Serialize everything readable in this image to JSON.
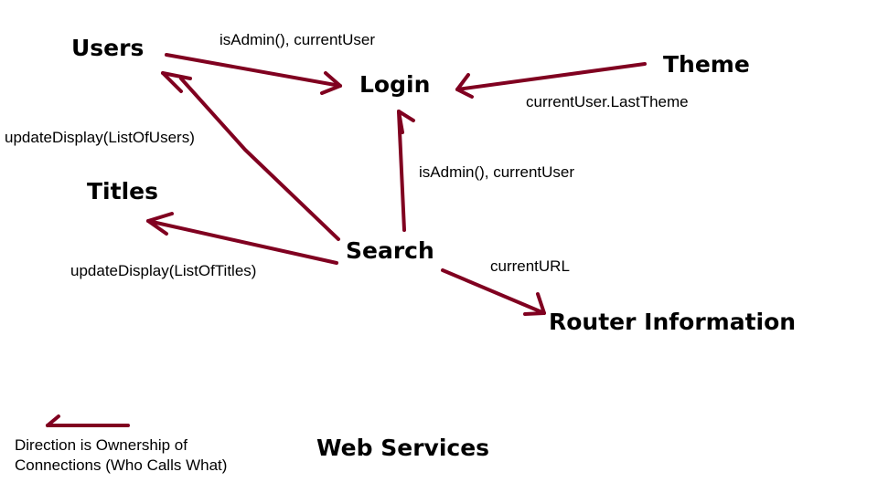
{
  "colors": {
    "arrow": "#800020",
    "text": "#000000",
    "background": "#ffffff"
  },
  "nodes": {
    "users": "Users",
    "login": "Login",
    "theme": "Theme",
    "titles": "Titles",
    "search": "Search",
    "router": "Router Information",
    "web_services": "Web Services"
  },
  "edges": {
    "users_to_login": "isAdmin(), currentUser",
    "theme_to_login": "currentUser.LastTheme",
    "search_to_login": "isAdmin(), currentUser",
    "search_to_users": "updateDisplay(ListOfUsers)",
    "search_to_titles": "updateDisplay(ListOfTitles)",
    "search_to_router": "currentURL"
  },
  "legend": {
    "line1": "Direction is Ownership of",
    "line2": "Connections (Who Calls What)"
  }
}
